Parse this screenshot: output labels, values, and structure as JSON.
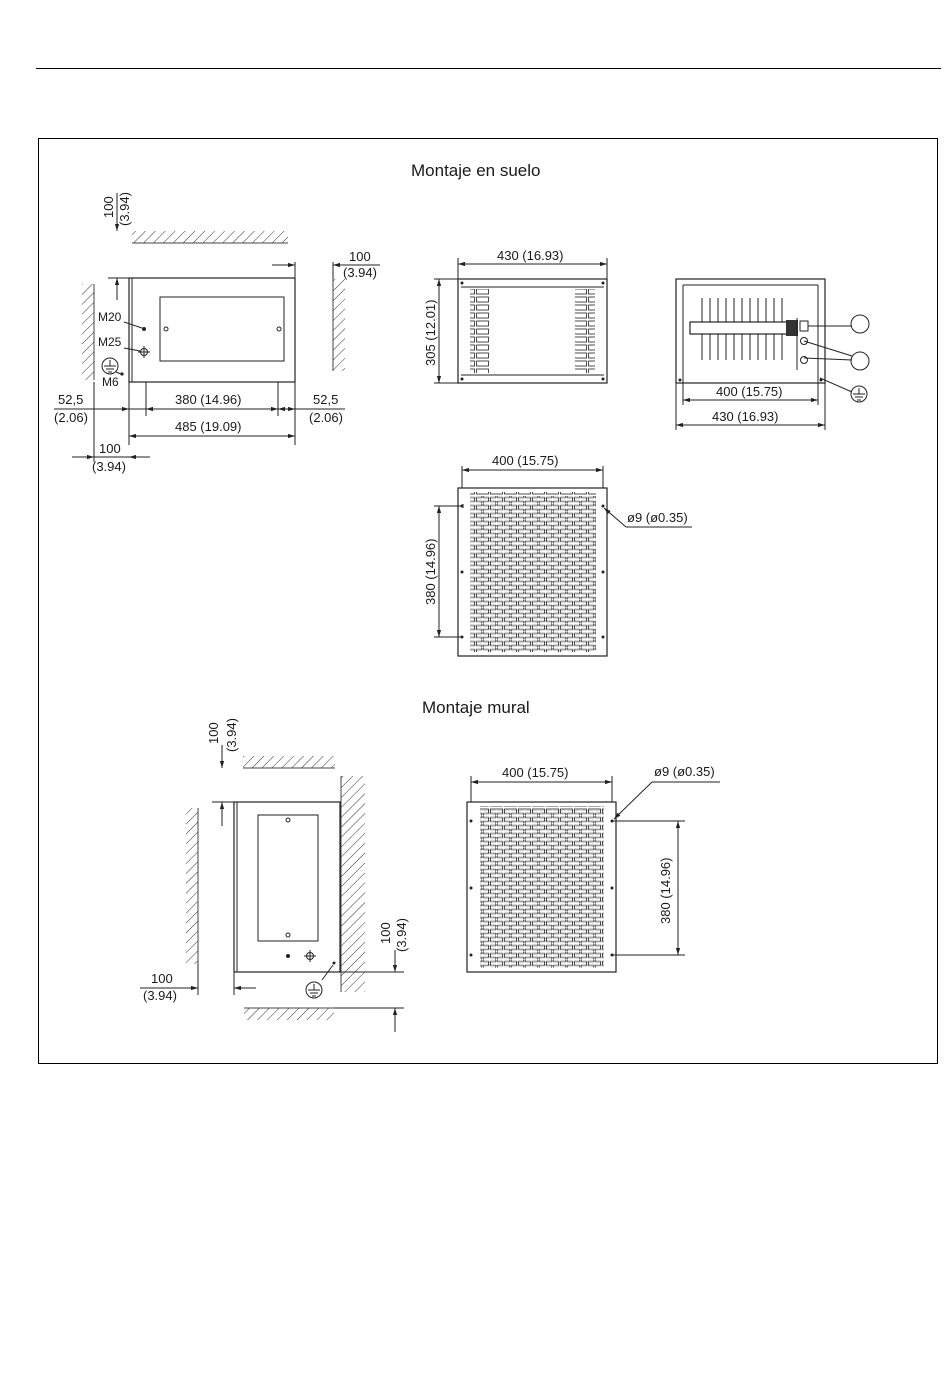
{
  "section_floor": {
    "title": "Montaje en suelo"
  },
  "section_wall": {
    "title": "Montaje mural"
  },
  "floor_side": {
    "top_clear": "100",
    "top_clear_in": "(3.94)",
    "right_clear": "100",
    "right_clear_in": "(3.94)",
    "m20": "M20",
    "m25": "M25",
    "m6": "M6",
    "left_offset": "52,5",
    "left_offset_in": "(2.06)",
    "right_offset": "52,5",
    "right_offset_in": "(2.06)",
    "inner_width": "380 (14.96)",
    "total_width": "485 (19.09)",
    "bottom_clear": "100",
    "bottom_clear_in": "(3.94)"
  },
  "floor_front": {
    "width": "430 (16.93)",
    "height": "305 (12.01)"
  },
  "floor_internal": {
    "inner": "400 (15.75)",
    "outer": "430 (16.93)"
  },
  "floor_top": {
    "width": "400 (15.75)",
    "height": "380 (14.96)",
    "hole": "ø9 (ø0.35)"
  },
  "wall_side": {
    "top_clear": "100",
    "top_clear_in": "(3.94)",
    "bottom_clear": "100",
    "bottom_clear_in": "(3.94)",
    "left_clear": "100",
    "left_clear_in": "(3.94)"
  },
  "wall_front": {
    "width": "400 (15.75)",
    "hole": "ø9 (ø0.35)",
    "height": "380 (14.96)"
  }
}
